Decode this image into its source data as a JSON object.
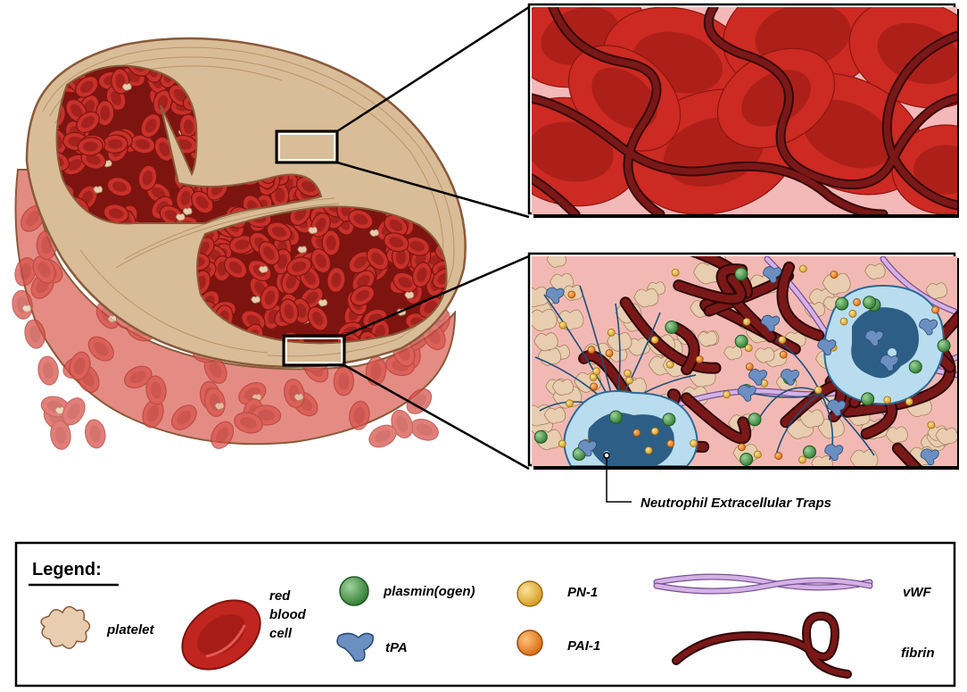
{
  "callout": {
    "neutrophil_label": "Neutrophil Extracellular Traps"
  },
  "legend": {
    "title": "Legend:",
    "items": {
      "platelet": "platelet",
      "rbc_line1": "red",
      "rbc_line2": "blood",
      "rbc_line3": "cell",
      "plasminogen": "plasmin(ogen)",
      "tpa": "tPA",
      "pn1": "PN-1",
      "pai1": "PAI-1",
      "vwf": "vWF",
      "fibrin": "fibrin"
    }
  },
  "colors": {
    "rbc": "#c0261f",
    "rbc_dark": "#8e1512",
    "fibrin": "#6b1414",
    "platelet": "#e8cdb0",
    "vwf": "#c9a6dc",
    "plasminogen": "#4a9a48",
    "pn1": "#e9b53d",
    "pai1": "#ee8a22",
    "tpa": "#6b8fc0",
    "neutrophil": "#b9ddef",
    "nucleus": "#2d5f86",
    "fibrin_band": "#d9bd98",
    "upper_panel_bg": "#f3b8b8"
  }
}
